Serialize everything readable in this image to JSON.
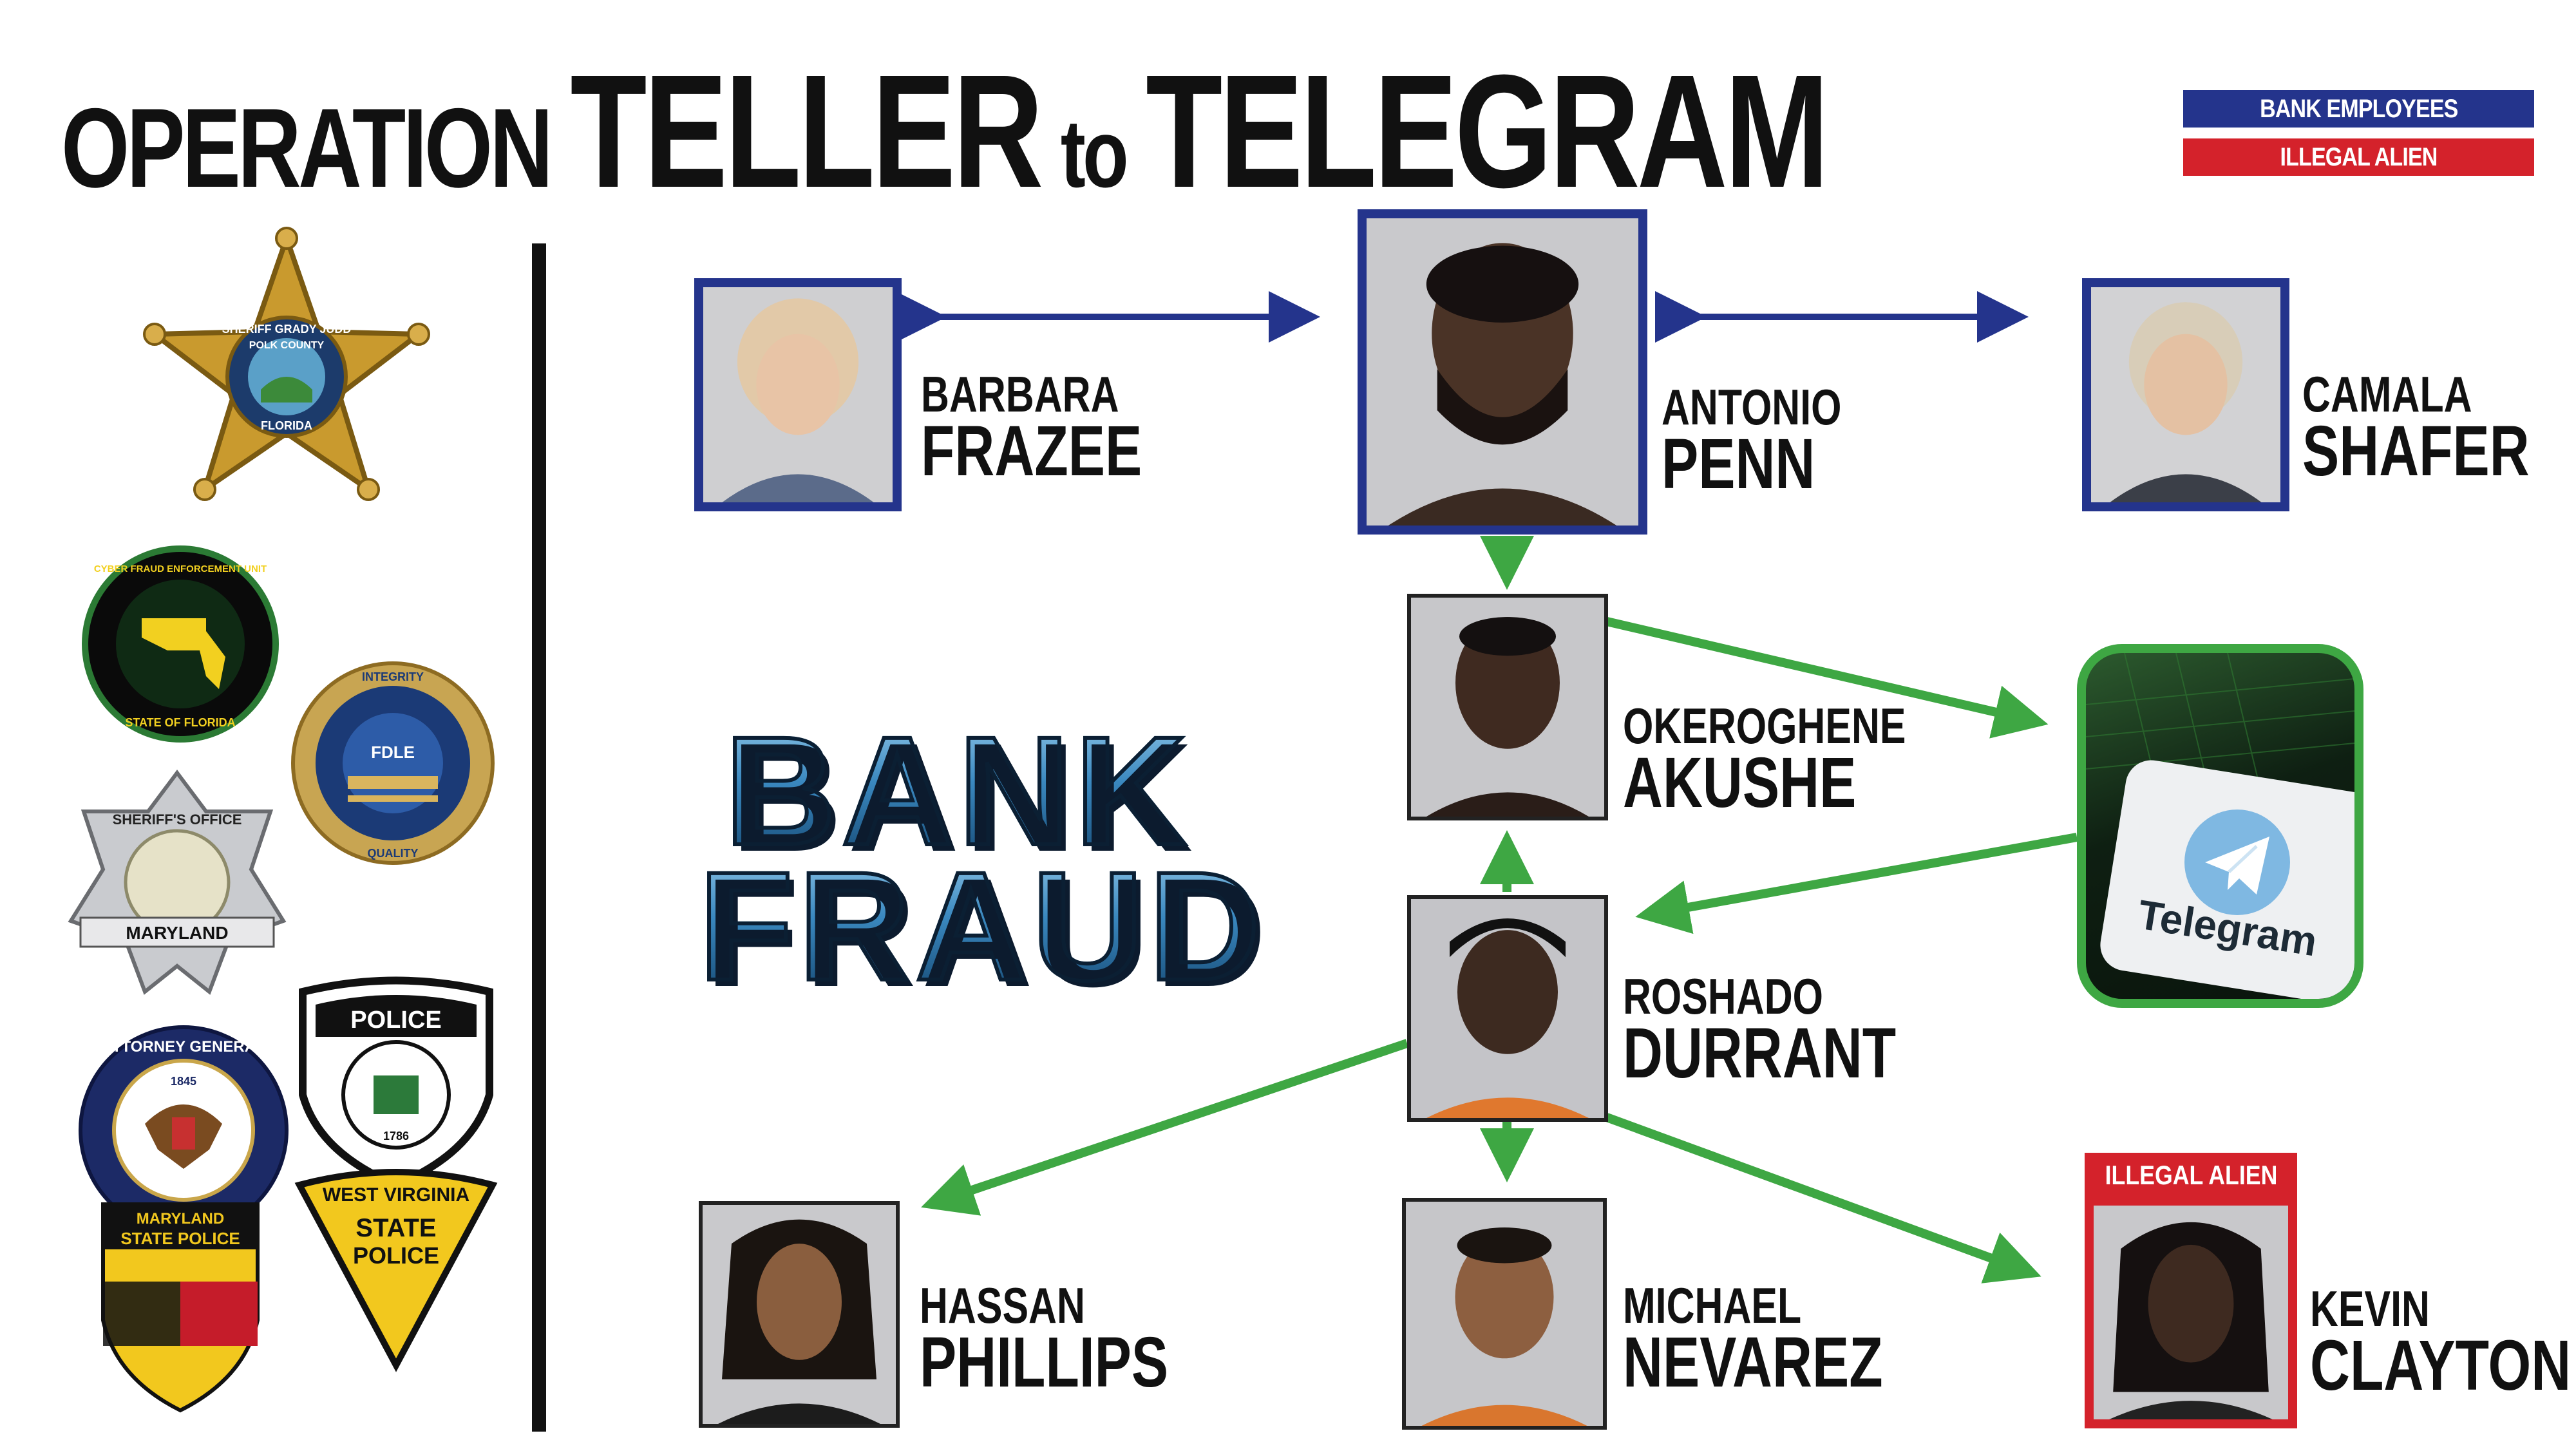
{
  "title": {
    "part1": "OPERATION",
    "part2": "TELLER",
    "part3": "to",
    "part4": "TELEGRAM"
  },
  "legend": {
    "bank_employees": "BANK EMPLOYEES",
    "illegal_alien": "ILLEGAL ALIEN"
  },
  "colors": {
    "bank_employee_blue": "#24348c",
    "illegal_alien_red": "#d4222b",
    "flow_green": "#3ea743"
  },
  "center_text": {
    "line1": "BANK",
    "line2": "FRAUD"
  },
  "people": [
    {
      "first": "BARBARA",
      "last": "FRAZEE"
    },
    {
      "first": "ANTONIO",
      "last": "PENN"
    },
    {
      "first": "CAMALA",
      "last": "SHAFER"
    },
    {
      "first": "OKEROGHENE",
      "last": "AKUSHE"
    },
    {
      "first": "ROSHADO",
      "last": "DURRANT"
    },
    {
      "first": "HASSAN",
      "last": "PHILLIPS"
    },
    {
      "first": "MICHAEL",
      "last": "NEVAREZ"
    },
    {
      "first": "KEVIN",
      "last": "CLAYTON"
    }
  ],
  "tag": {
    "kevin": "ILLEGAL ALIEN"
  },
  "telegram": {
    "label": "Telegram"
  },
  "agency_badges": [
    {
      "icon": "polk-county-sheriff-star-icon",
      "texts": [
        "SHERIFF GRADY JUDD",
        "POLK COUNTY",
        "FLORIDA"
      ]
    },
    {
      "icon": "cyber-fraud-enforcement-unit-seal-icon",
      "texts": [
        "CYBER FRAUD ENFORCEMENT UNIT",
        "STATE OF FLORIDA"
      ]
    },
    {
      "icon": "fdle-seal-icon",
      "texts": [
        "INTEGRITY",
        "FDLE",
        "QUALITY"
      ]
    },
    {
      "icon": "allegany-county-sheriff-badge-icon",
      "texts": [
        "SHERIFF'S OFFICE",
        "MARYLAND"
      ]
    },
    {
      "icon": "florissant-police-patch-icon",
      "texts": [
        "POLICE",
        "1786"
      ]
    },
    {
      "icon": "attorney-general-seal-icon",
      "texts": [
        "ATTORNEY GENERAL",
        "1845"
      ]
    },
    {
      "icon": "maryland-state-police-shield-icon",
      "texts": [
        "MARYLAND",
        "STATE POLICE"
      ]
    },
    {
      "icon": "west-virginia-state-police-patch-icon",
      "texts": [
        "WEST VIRGINIA",
        "STATE",
        "POLICE"
      ]
    }
  ]
}
